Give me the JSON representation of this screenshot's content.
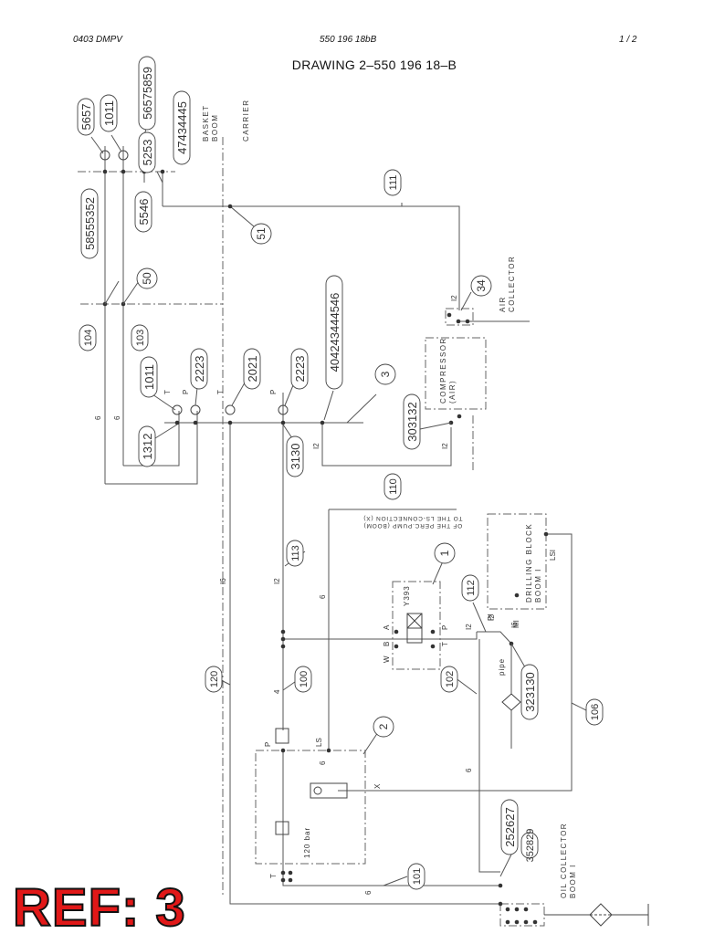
{
  "header": {
    "left": "0403 DMPV",
    "center": "550 196 18bB",
    "page": "1 /  2"
  },
  "title": "DRAWING  2–550 196 18–B",
  "ref_label": "REF: 3",
  "zones": {
    "basket": "BASKET",
    "boom": "BOOM",
    "carrier": "CARRIER"
  },
  "components": {
    "air_collector": [
      "AIR",
      "COLLECTOR"
    ],
    "compressor": [
      "COMPRESSOR",
      "(AIR)"
    ],
    "drilling_block": [
      "DRILLING BLOCK",
      "BOOM I"
    ],
    "oil_collector": [
      "OIL COLLECTOR",
      "BOOM I"
    ],
    "ls_note": [
      "TO THE LS-CONNECTION (X)",
      "OF THE PERC.PUMP (BOOM)"
    ],
    "relief_setting": "120 bar",
    "valve_code": "Y393",
    "pipe_label": "pipe"
  },
  "port_letters": [
    "T",
    "P",
    "T",
    "P",
    "A",
    "B",
    "P",
    "T",
    "W",
    "P",
    "LS",
    "X",
    "T",
    "LSI",
    "MI",
    "PI"
  ],
  "line_sizes": [
    "6",
    "6",
    "I2",
    "I2",
    "I6",
    "I2",
    "6",
    "4",
    "6",
    "6",
    "I2",
    "I6",
    "I2",
    "I2",
    "6"
  ],
  "balloons": {
    "b_56_57": "5657",
    "b_10_11a": "1011",
    "b_58_55_53_52": "58555352",
    "b_56_57_58_59": "56575859",
    "b_52_53": "5253",
    "b_55_46": "5546",
    "b_47_43_44_45": "47434445",
    "b_51": "51",
    "b_111": "111",
    "b_50": "50",
    "b_104": "104",
    "b_103": "103",
    "b_34": "34",
    "b_10_11b": "1011",
    "b_22_23a": "2223",
    "b_20_21": "2021",
    "b_22_23b": "2223",
    "b_40_42": "404243444546",
    "b_3": "3",
    "b_30_32": "303132",
    "b_13_12": "1312",
    "b_31_30": "3130",
    "b_110": "110",
    "b_113": "113",
    "b_1": "1",
    "b_112": "112",
    "b_100": "100",
    "b_120": "120",
    "b_102": "102",
    "b_32_31_30": "323130",
    "b_106": "106",
    "b_2": "2",
    "b_25_26_27": "252627",
    "b_35_28_29": "352829",
    "b_101": "101"
  }
}
